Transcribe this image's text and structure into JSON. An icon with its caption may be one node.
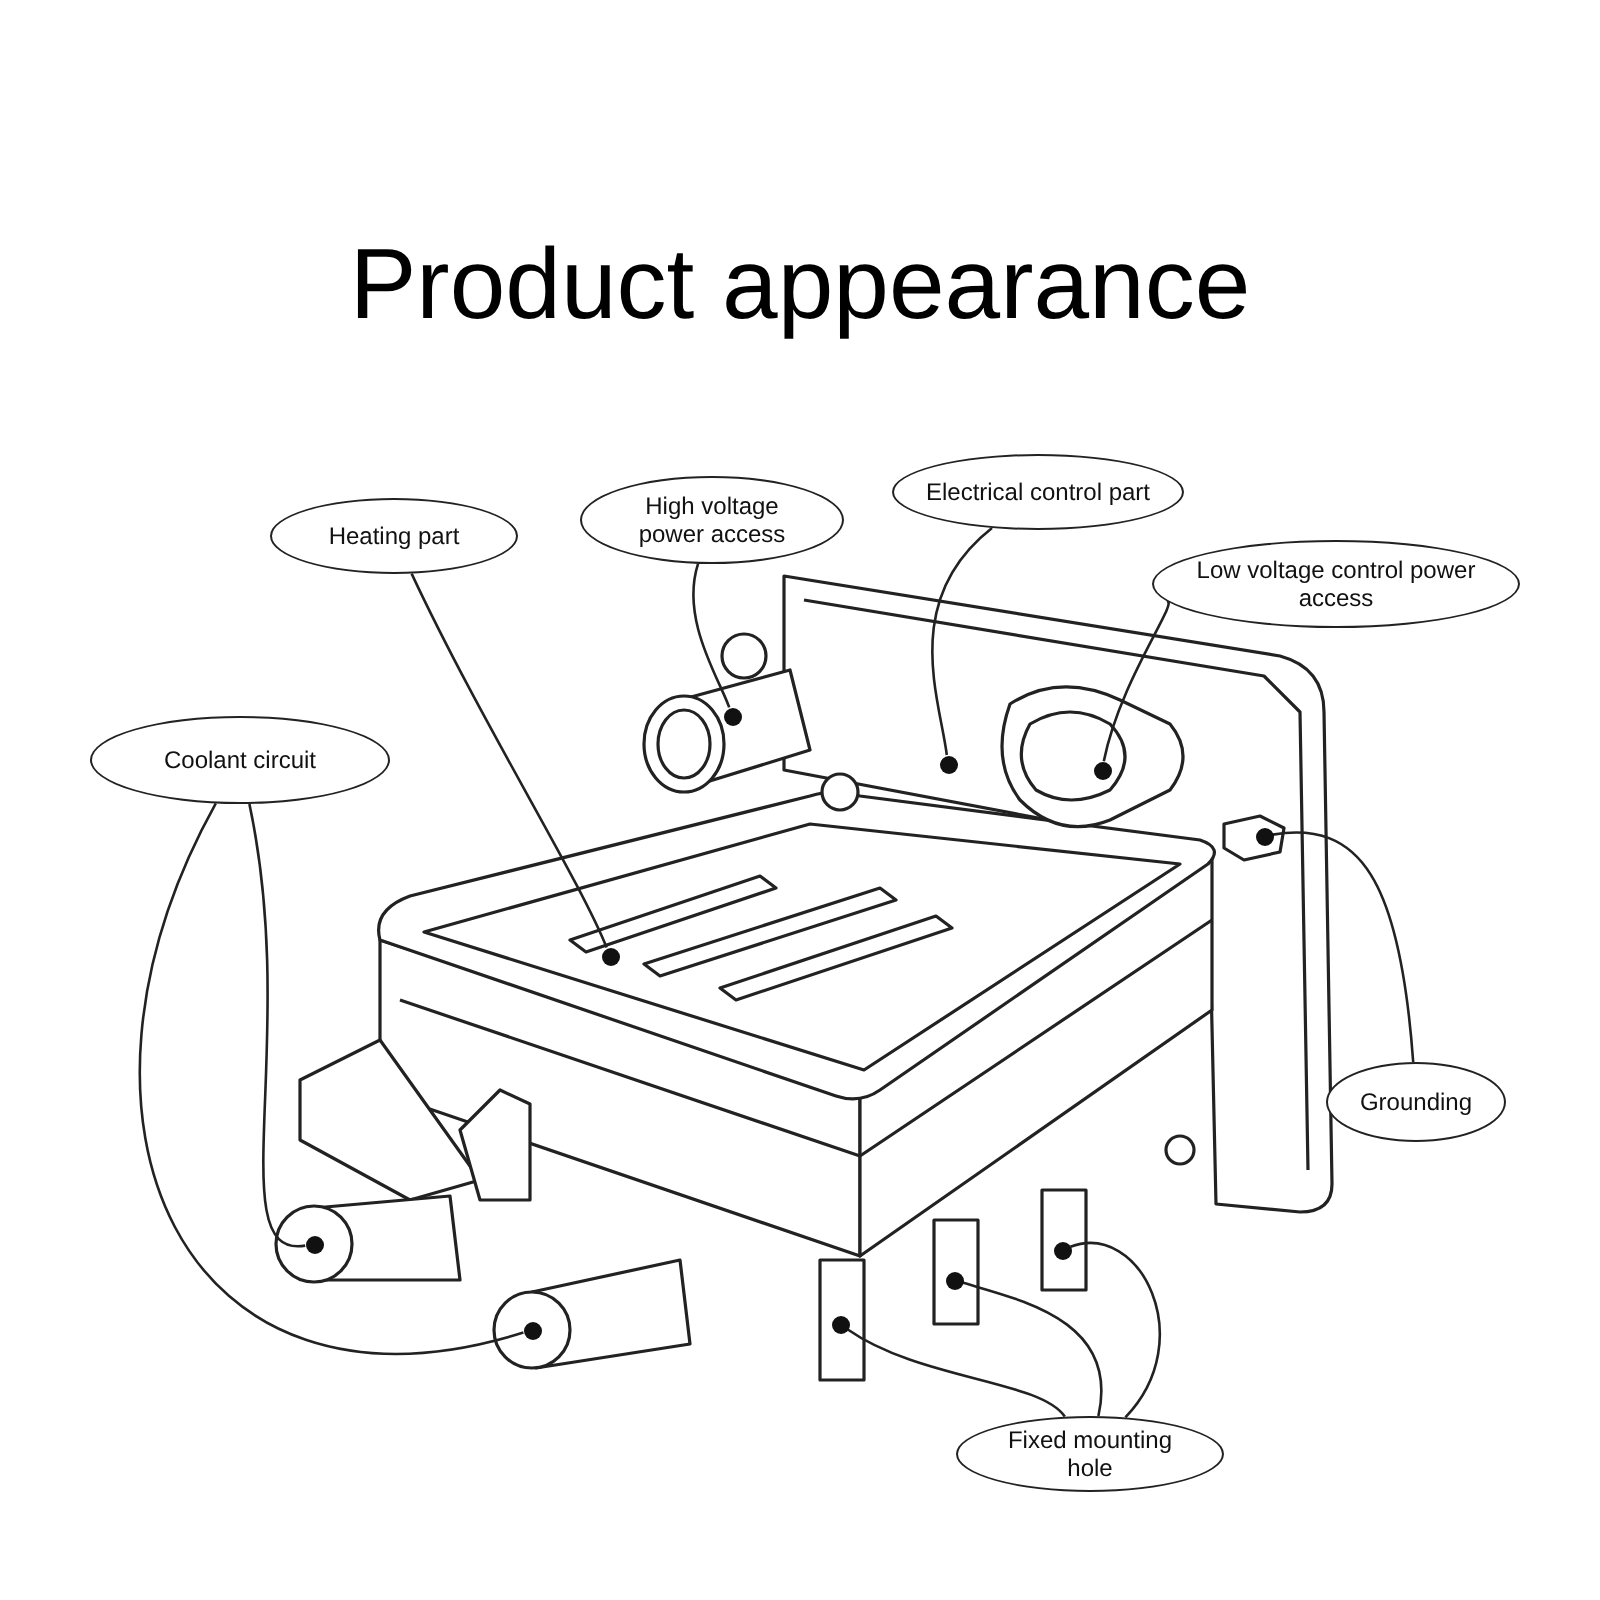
{
  "diagram": {
    "title": "Product appearance",
    "nodes": [
      {
        "text": [
          "Heating part"
        ]
      },
      {
        "text": [
          "High voltage power access"
        ]
      },
      {
        "text": [
          "Electrical control part"
        ]
      },
      {
        "text": [
          "Low voltage control power access"
        ]
      },
      {
        "text": [
          "Coolant circuit"
        ]
      },
      {
        "text": [
          "Grounding"
        ]
      },
      {
        "text": [
          "Fixed mounting hole"
        ]
      },
      {
        "text": [],
        "shape": "circle"
      },
      {
        "text": [],
        "shape": "circle"
      },
      {
        "text": [],
        "shape": "circle"
      },
      {
        "text": [],
        "shape": "circle"
      },
      {
        "text": [],
        "shape": "circle"
      },
      {
        "text": [],
        "shape": "circle"
      },
      {
        "text": [],
        "shape": "circle"
      },
      {
        "text": [],
        "shape": "circle"
      },
      {
        "text": [],
        "shape": "circle"
      },
      {
        "text": [],
        "shape": "circle"
      }
    ],
    "edges": [
      {
        "from": 0,
        "to": 7,
        "arrow": "none"
      },
      {
        "from": 1,
        "to": 8,
        "arrow": "none"
      },
      {
        "from": 2,
        "to": 9,
        "arrow": "none"
      },
      {
        "from": 3,
        "to": 10,
        "arrow": "none"
      },
      {
        "from": 4,
        "to": 11,
        "arrow": "none"
      },
      {
        "from": 4,
        "to": 12,
        "arrow": "none"
      },
      {
        "from": 5,
        "to": 13,
        "arrow": "none"
      },
      {
        "from": 6,
        "to": 14,
        "arrow": "none"
      },
      {
        "from": 6,
        "to": 15,
        "arrow": "none"
      },
      {
        "from": 6,
        "to": 16,
        "arrow": "none"
      }
    ]
  }
}
